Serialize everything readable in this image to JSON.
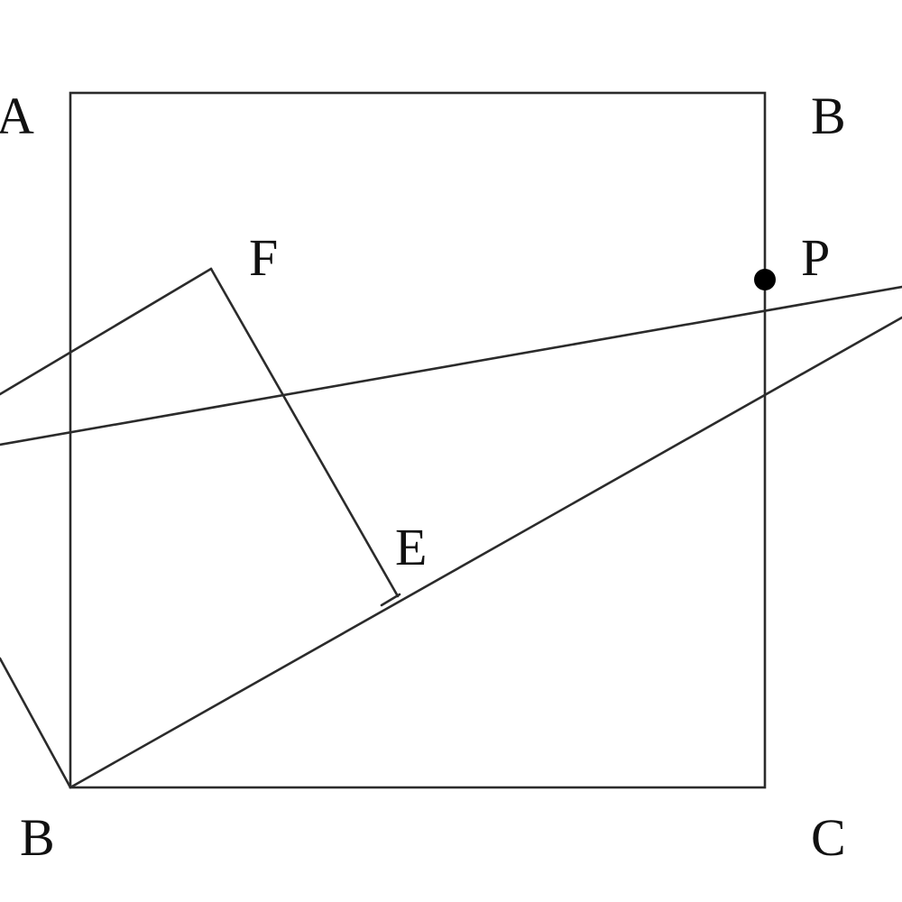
{
  "diagram": {
    "labels": {
      "A": "A",
      "B_top": "B",
      "B_bottom": "B",
      "C": "C",
      "E": "E",
      "F": "F",
      "P": "P"
    },
    "colors": {
      "stroke": "#2b2b2b",
      "text": "#111111",
      "dot": "#000000",
      "background": "#ffffff"
    }
  }
}
